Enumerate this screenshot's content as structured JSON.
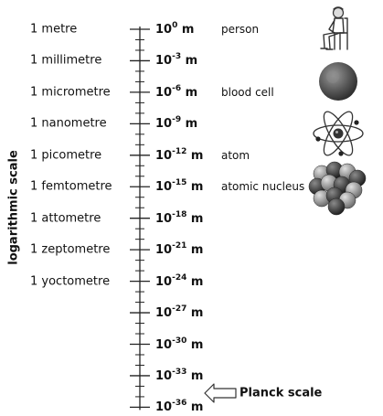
{
  "axis_title": "logarithmic scale",
  "scale": [
    {
      "unit": "1 metre",
      "base": "10",
      "exp": "0",
      "suffix": " m",
      "object": "person",
      "icon": "person-sitting-icon"
    },
    {
      "unit": "1 millimetre",
      "base": "10",
      "exp": "-3",
      "suffix": " m",
      "object": "",
      "icon": ""
    },
    {
      "unit": "1 micrometre",
      "base": "10",
      "exp": "-6",
      "suffix": " m",
      "object": "blood cell",
      "icon": "blood-cell-icon"
    },
    {
      "unit": "1 nanometre",
      "base": "10",
      "exp": "-9",
      "suffix": " m",
      "object": "",
      "icon": ""
    },
    {
      "unit": "1 picometre",
      "base": "10",
      "exp": "-12",
      "suffix": " m",
      "object": "atom",
      "icon": "atom-icon"
    },
    {
      "unit": "1 femtometre",
      "base": "10",
      "exp": "-15",
      "suffix": " m",
      "object": "atomic nucleus",
      "icon": "atomic-nucleus-icon"
    },
    {
      "unit": "1 attometre",
      "base": "10",
      "exp": "-18",
      "suffix": " m",
      "object": "",
      "icon": ""
    },
    {
      "unit": "1 zeptometre",
      "base": "10",
      "exp": "-21",
      "suffix": " m",
      "object": "",
      "icon": ""
    },
    {
      "unit": "1 yoctometre",
      "base": "10",
      "exp": "-24",
      "suffix": " m",
      "object": "",
      "icon": ""
    },
    {
      "unit": "",
      "base": "10",
      "exp": "-27",
      "suffix": " m",
      "object": "",
      "icon": ""
    },
    {
      "unit": "",
      "base": "10",
      "exp": "-30",
      "suffix": " m",
      "object": "",
      "icon": ""
    },
    {
      "unit": "",
      "base": "10",
      "exp": "-33",
      "suffix": " m",
      "object": "",
      "icon": ""
    },
    {
      "unit": "",
      "base": "10",
      "exp": "-36",
      "suffix": " m",
      "object": "",
      "icon": ""
    }
  ],
  "planck": {
    "label": "Planck scale",
    "arrow_icon": "left-arrow-icon"
  }
}
